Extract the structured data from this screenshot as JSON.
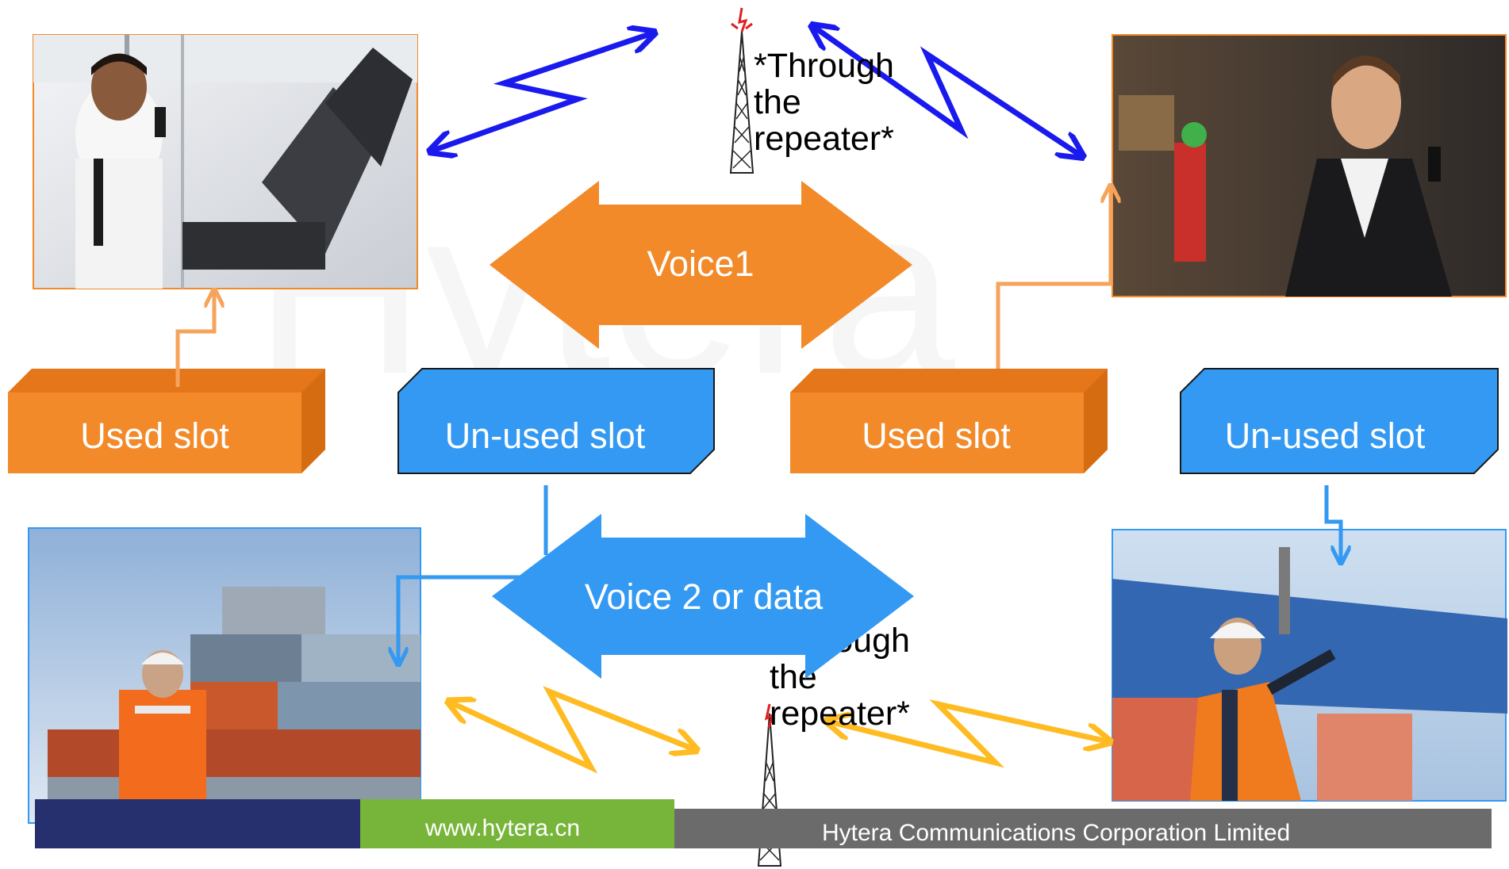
{
  "diagram": {
    "voice1_label": "Voice1",
    "voice2_label": "Voice 2 or data",
    "repeater_note_top": [
      "*Through",
      "the",
      "repeater*"
    ],
    "repeater_note_bottom": [
      "*Through",
      "the",
      "repeater*"
    ],
    "slots": [
      {
        "label": "Used slot",
        "state": "used"
      },
      {
        "label": "Un-used slot",
        "state": "unused"
      },
      {
        "label": "Used slot",
        "state": "used"
      },
      {
        "label": "Un-used slot",
        "state": "unused"
      }
    ],
    "photos": [
      {
        "subject": "security guard with radio at desk"
      },
      {
        "subject": "businessman with radio in warehouse"
      },
      {
        "subject": "worker with radio by containers"
      },
      {
        "subject": "worker with hard hat at port"
      }
    ]
  },
  "footer": {
    "website": "www.hytera.cn",
    "company": "Hytera Communications Corporation Limited"
  },
  "colors": {
    "used": "#f28a2a",
    "unused": "#3399f2",
    "link_top": "#1a1aee",
    "link_bottom": "#ffbb22",
    "footer_navy": "#26306f",
    "footer_green": "#77b53a",
    "footer_gray": "#6b6b6b"
  }
}
